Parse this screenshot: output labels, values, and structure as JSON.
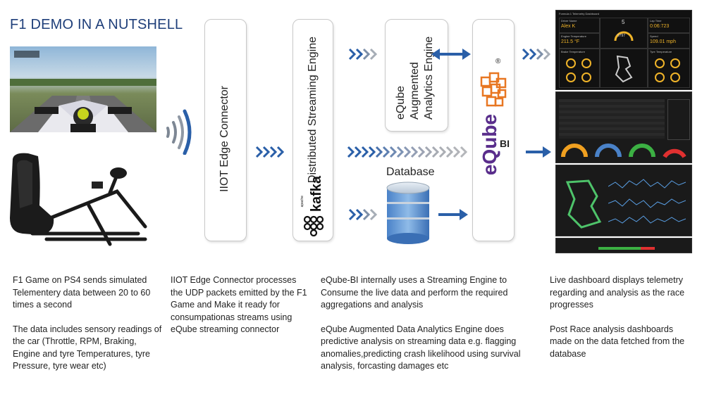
{
  "title": "F1 DEMO IN A NUTSHELL",
  "boxes": {
    "edge_connector": "IIOT Edge Connector",
    "streaming_engine": "Distributed Streaming Engine",
    "kafka_logo": "kafka",
    "kafka_apache": "apache",
    "augmented": "eQube Augmented Analytics Engine",
    "database": "Database",
    "eqube_logo": "eQube",
    "eqube_bi": "BI"
  },
  "descriptions": {
    "col1_p1": "F1 Game on PS4 sends simulated Telementery data between 20 to 60 times a second",
    "col1_p2": "The data includes sensory readings of the car (Throttle, RPM, Braking, Engine and tyre Temperatures, tyre Pressure, tyre wear etc)",
    "col2_p1": "IIOT Edge Connector processes the UDP packets emitted by the F1 Game and Make it ready for consumpationas streams using eQube streaming connector",
    "col3_p1": "eQube-BI internally uses a Streaming Engine to Consume the live data and perform the required aggregations and analysis",
    "col3_p2": "eQube Augmented Data Analytics Engine does predictive analysis on streaming data e.g. flagging anomalies,predicting crash likelihood using survival analysis, forcasting damages etc",
    "col4_p1": "Live dashboard displays telemetry regarding and analysis as the race progresses",
    "col4_p2": "Post Race analysis dashboards made on the data fetched from the database"
  },
  "dashboard1": {
    "header": "Formula 1 Telemetry Dashboard",
    "driver_label": "Driver Name",
    "driver_value": "Alex K",
    "lap_label": "Lap Time",
    "lap_value": "0:06:723",
    "gear_value": "5",
    "rpm_value": "9797",
    "engine_label": "Engine Temperature",
    "engine_value": "211.5 °F",
    "speed_label": "Speed",
    "speed_value": "109.01 mph",
    "brake_label": "Brake Temperature",
    "tyre_label": "Tyre Temperature"
  },
  "colors": {
    "title_blue": "#1f3f7a",
    "arrow_blue": "#2a5fa8",
    "arrow_grey": "#9aa0a8",
    "eqube_orange": "#e87722",
    "eqube_purple": "#5b2d8c",
    "eqube_teal": "#1a9e8f"
  }
}
